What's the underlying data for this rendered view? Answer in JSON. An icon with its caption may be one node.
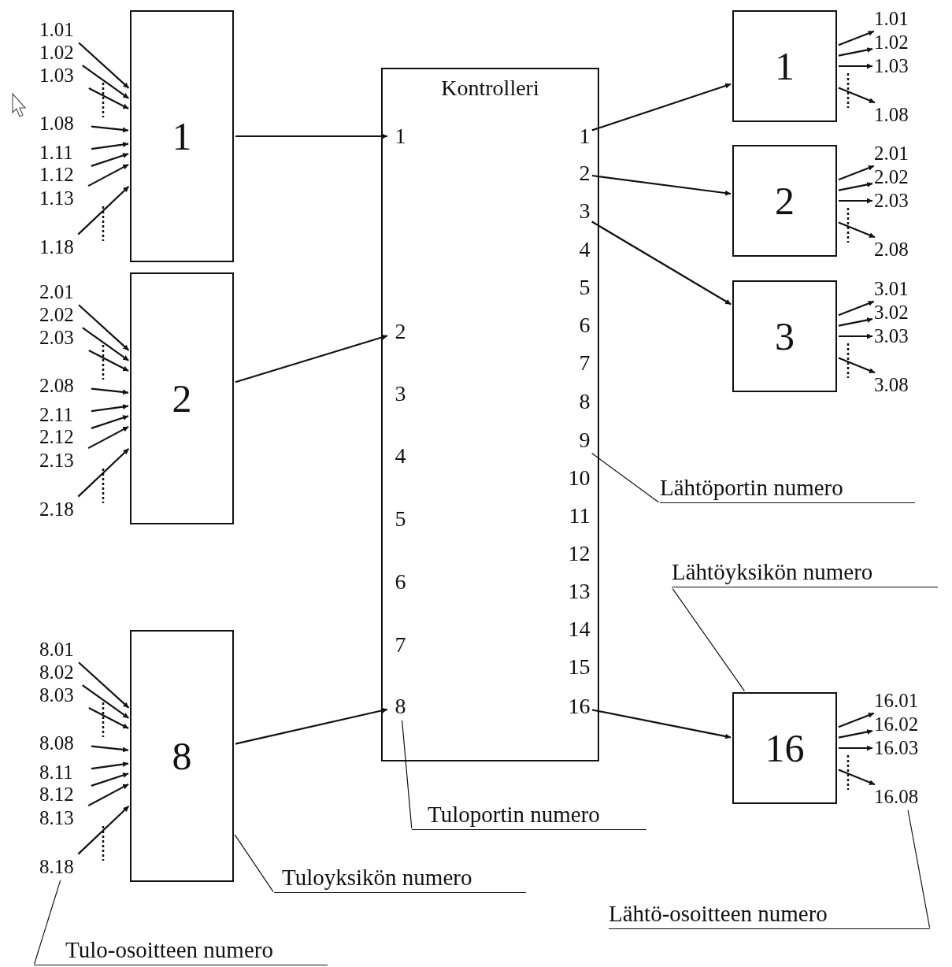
{
  "diagram": {
    "nodes": [
      {
        "text": [
          "1"
        ]
      },
      {
        "text": [
          "1.01"
        ]
      },
      {
        "text": [
          "1.02"
        ]
      },
      {
        "text": [
          "1.03"
        ]
      },
      {
        "text": [
          "1.08"
        ]
      },
      {
        "text": [
          "1.11"
        ]
      },
      {
        "text": [
          "1.12"
        ]
      },
      {
        "text": [
          "1.13"
        ]
      },
      {
        "text": [
          "1.18"
        ]
      },
      {
        "text": [
          "2"
        ]
      },
      {
        "text": [
          "2.01"
        ]
      },
      {
        "text": [
          "2.02"
        ]
      },
      {
        "text": [
          "2.03"
        ]
      },
      {
        "text": [
          "2.08"
        ]
      },
      {
        "text": [
          "2.11"
        ]
      },
      {
        "text": [
          "2.12"
        ]
      },
      {
        "text": [
          "2.13"
        ]
      },
      {
        "text": [
          "2.18"
        ]
      },
      {
        "text": [
          "8"
        ]
      },
      {
        "text": [
          "8.01"
        ]
      },
      {
        "text": [
          "8.02"
        ]
      },
      {
        "text": [
          "8.03"
        ]
      },
      {
        "text": [
          "8.08"
        ]
      },
      {
        "text": [
          "8.11"
        ]
      },
      {
        "text": [
          "8.12"
        ]
      },
      {
        "text": [
          "8.13"
        ]
      },
      {
        "text": [
          "8.18"
        ]
      },
      {
        "text": [
          "Kontrolleri"
        ]
      },
      {
        "text": [
          "1"
        ],
        "in": 27
      },
      {
        "text": [
          "2"
        ],
        "in": 27
      },
      {
        "text": [
          "3"
        ],
        "in": 27
      },
      {
        "text": [
          "4"
        ],
        "in": 27
      },
      {
        "text": [
          "5"
        ],
        "in": 27
      },
      {
        "text": [
          "6"
        ],
        "in": 27
      },
      {
        "text": [
          "7"
        ],
        "in": 27
      },
      {
        "text": [
          "8"
        ],
        "in": 27
      },
      {
        "text": [
          "1"
        ],
        "in": 27
      },
      {
        "text": [
          "2"
        ],
        "in": 27
      },
      {
        "text": [
          "3"
        ],
        "in": 27
      },
      {
        "text": [
          "4"
        ],
        "in": 27
      },
      {
        "text": [
          "5"
        ],
        "in": 27
      },
      {
        "text": [
          "6"
        ],
        "in": 27
      },
      {
        "text": [
          "7"
        ],
        "in": 27
      },
      {
        "text": [
          "8"
        ],
        "in": 27
      },
      {
        "text": [
          "9"
        ],
        "in": 27
      },
      {
        "text": [
          "10"
        ],
        "in": 27
      },
      {
        "text": [
          "11"
        ],
        "in": 27
      },
      {
        "text": [
          "12"
        ],
        "in": 27
      },
      {
        "text": [
          "13"
        ],
        "in": 27
      },
      {
        "text": [
          "14"
        ],
        "in": 27
      },
      {
        "text": [
          "15"
        ],
        "in": 27
      },
      {
        "text": [
          "16"
        ],
        "in": 27
      },
      {
        "text": [
          "1"
        ]
      },
      {
        "text": [
          "1.01"
        ]
      },
      {
        "text": [
          "1.02"
        ]
      },
      {
        "text": [
          "1.03"
        ]
      },
      {
        "text": [
          "1.08"
        ]
      },
      {
        "text": [
          "2"
        ]
      },
      {
        "text": [
          "2.01"
        ]
      },
      {
        "text": [
          "2.02"
        ]
      },
      {
        "text": [
          "2.03"
        ]
      },
      {
        "text": [
          "2.08"
        ]
      },
      {
        "text": [
          "3"
        ]
      },
      {
        "text": [
          "3.01"
        ]
      },
      {
        "text": [
          "3.02"
        ]
      },
      {
        "text": [
          "3.03"
        ]
      },
      {
        "text": [
          "3.08"
        ]
      },
      {
        "text": [
          "16"
        ]
      },
      {
        "text": [
          "16.01"
        ]
      },
      {
        "text": [
          "16.02"
        ]
      },
      {
        "text": [
          "16.03"
        ]
      },
      {
        "text": [
          "16.08"
        ]
      },
      {
        "text": [
          "Lähtöportin numero"
        ]
      },
      {
        "text": [
          "Lähtöyksikön numero"
        ]
      },
      {
        "text": [
          "Tuloportin numero"
        ]
      },
      {
        "text": [
          "Tuloyksikön numero"
        ]
      },
      {
        "text": [
          "Lähtö-osoitteen numero"
        ]
      },
      {
        "text": [
          "Tulo-osoitteen numero"
        ]
      }
    ],
    "edges": [
      {
        "from": 1,
        "to": 0,
        "arrow": "to"
      },
      {
        "from": 2,
        "to": 0,
        "arrow": "to"
      },
      {
        "from": 3,
        "to": 0,
        "arrow": "to"
      },
      {
        "from": 4,
        "to": 0,
        "arrow": "to"
      },
      {
        "from": 5,
        "to": 0,
        "arrow": "to"
      },
      {
        "from": 6,
        "to": 0,
        "arrow": "to"
      },
      {
        "from": 7,
        "to": 0,
        "arrow": "to"
      },
      {
        "from": 8,
        "to": 0,
        "arrow": "to"
      },
      {
        "from": 10,
        "to": 9,
        "arrow": "to"
      },
      {
        "from": 11,
        "to": 9,
        "arrow": "to"
      },
      {
        "from": 12,
        "to": 9,
        "arrow": "to"
      },
      {
        "from": 13,
        "to": 9,
        "arrow": "to"
      },
      {
        "from": 14,
        "to": 9,
        "arrow": "to"
      },
      {
        "from": 15,
        "to": 9,
        "arrow": "to"
      },
      {
        "from": 16,
        "to": 9,
        "arrow": "to"
      },
      {
        "from": 17,
        "to": 9,
        "arrow": "to"
      },
      {
        "from": 19,
        "to": 18,
        "arrow": "to"
      },
      {
        "from": 20,
        "to": 18,
        "arrow": "to"
      },
      {
        "from": 21,
        "to": 18,
        "arrow": "to"
      },
      {
        "from": 22,
        "to": 18,
        "arrow": "to"
      },
      {
        "from": 23,
        "to": 18,
        "arrow": "to"
      },
      {
        "from": 24,
        "to": 18,
        "arrow": "to"
      },
      {
        "from": 25,
        "to": 18,
        "arrow": "to"
      },
      {
        "from": 26,
        "to": 18,
        "arrow": "to"
      },
      {
        "from": 0,
        "to": 28,
        "arrow": "to"
      },
      {
        "from": 9,
        "to": 29,
        "arrow": "to"
      },
      {
        "from": 18,
        "to": 35,
        "arrow": "to"
      },
      {
        "from": 36,
        "to": 52,
        "arrow": "to"
      },
      {
        "from": 37,
        "to": 57,
        "arrow": "to"
      },
      {
        "from": 38,
        "to": 62,
        "arrow": "to"
      },
      {
        "from": 51,
        "to": 67,
        "arrow": "to"
      },
      {
        "from": 52,
        "to": 53,
        "arrow": "to"
      },
      {
        "from": 52,
        "to": 54,
        "arrow": "to"
      },
      {
        "from": 52,
        "to": 55,
        "arrow": "to"
      },
      {
        "from": 52,
        "to": 56,
        "arrow": "to"
      },
      {
        "from": 57,
        "to": 58,
        "arrow": "to"
      },
      {
        "from": 57,
        "to": 59,
        "arrow": "to"
      },
      {
        "from": 57,
        "to": 60,
        "arrow": "to"
      },
      {
        "from": 57,
        "to": 61,
        "arrow": "to"
      },
      {
        "from": 62,
        "to": 63,
        "arrow": "to"
      },
      {
        "from": 62,
        "to": 64,
        "arrow": "to"
      },
      {
        "from": 62,
        "to": 65,
        "arrow": "to"
      },
      {
        "from": 62,
        "to": 66,
        "arrow": "to"
      },
      {
        "from": 67,
        "to": 68,
        "arrow": "to"
      },
      {
        "from": 67,
        "to": 69,
        "arrow": "to"
      },
      {
        "from": 67,
        "to": 70,
        "arrow": "to"
      },
      {
        "from": 67,
        "to": 71,
        "arrow": "to"
      },
      {
        "from": 72,
        "to": 44,
        "arrow": "none"
      },
      {
        "from": 73,
        "to": 67,
        "arrow": "none"
      },
      {
        "from": 74,
        "to": 35,
        "arrow": "none"
      },
      {
        "from": 75,
        "to": 18,
        "arrow": "none"
      },
      {
        "from": 76,
        "to": 71,
        "arrow": "none"
      },
      {
        "from": 77,
        "to": 26,
        "arrow": "none"
      }
    ]
  }
}
